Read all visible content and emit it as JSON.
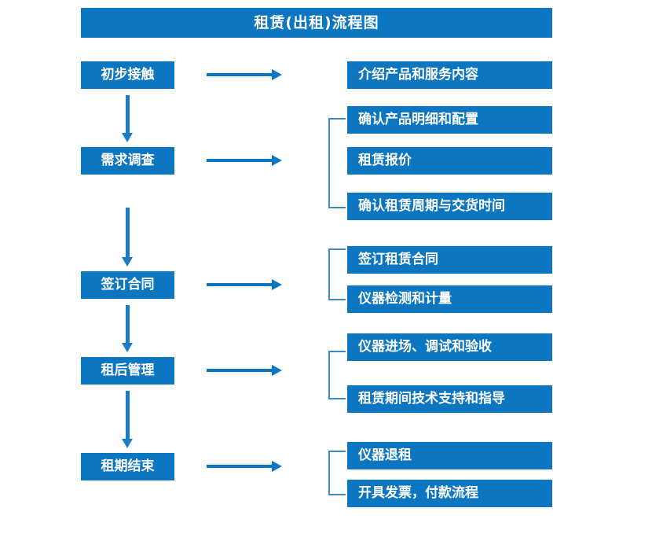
{
  "diagram": {
    "title": "租赁(出租)流程图",
    "accent_color": "#0d76c1",
    "bracket_color": "#3f87c6",
    "arrow_color": "#1a7cc4",
    "text_color": "#ffffff",
    "background_color": "#ffffff"
  },
  "stages": [
    {
      "label": "初步接触"
    },
    {
      "label": "需求调查"
    },
    {
      "label": "签订合同"
    },
    {
      "label": "租后管理"
    },
    {
      "label": "租期结束"
    }
  ],
  "details": {
    "group1": [
      {
        "label": "介绍产品和服务内容"
      }
    ],
    "group2": [
      {
        "label": "确认产品明细和配置"
      },
      {
        "label": "租赁报价"
      },
      {
        "label": "确认租赁周期与交货时间"
      }
    ],
    "group3": [
      {
        "label": "签订租赁合同"
      },
      {
        "label": "仪器检测和计量"
      }
    ],
    "group4": [
      {
        "label": "仪器进场、调试和验收"
      },
      {
        "label": "租赁期间技术支持和指导"
      }
    ],
    "group5": [
      {
        "label": "仪器退租"
      },
      {
        "label": "开具发票，付款流程"
      }
    ]
  }
}
